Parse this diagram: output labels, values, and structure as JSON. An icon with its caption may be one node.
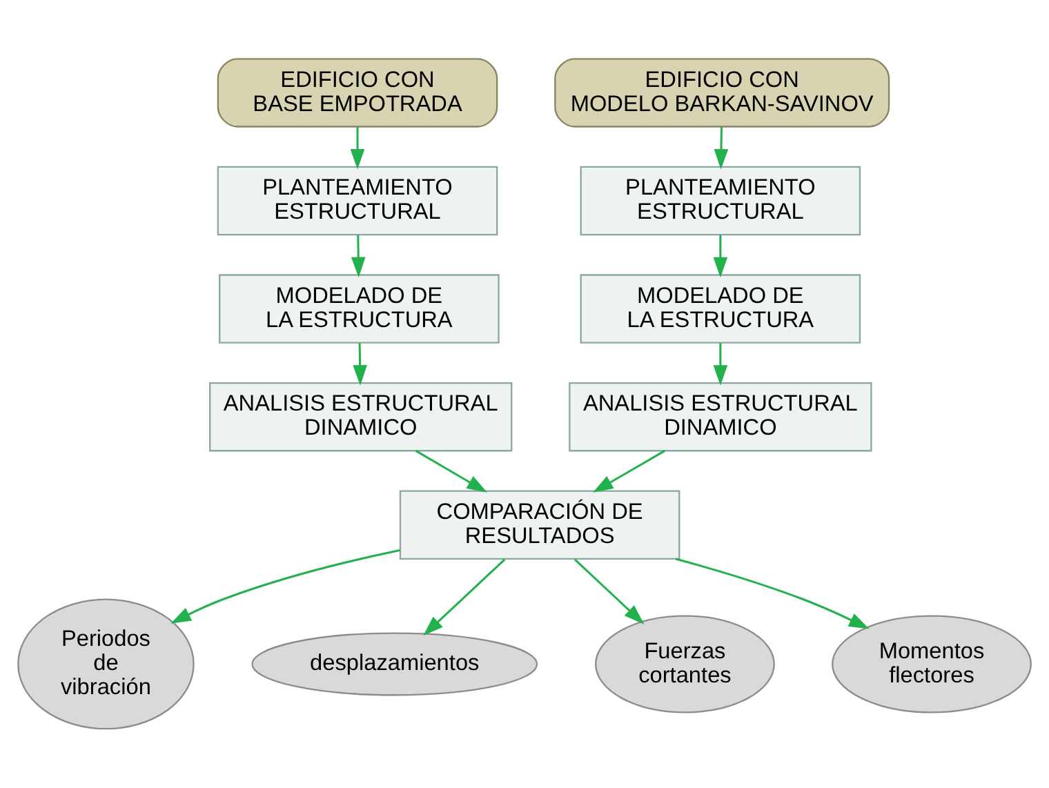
{
  "diagram": {
    "nodes": [
      {
        "text": [
          "EDIFICIO CON BASE EMPOTRADA"
        ]
      },
      {
        "text": [
          "EDIFICIO CON MODELO BARKAN-SAVINOV"
        ]
      },
      {
        "text": [
          "PLANTEAMIENTO ESTRUCTURAL"
        ]
      },
      {
        "text": [
          "MODELADO DE LA ESTRUCTURA"
        ]
      },
      {
        "text": [
          "ANALISIS ESTRUCTURAL DINAMICO"
        ]
      },
      {
        "text": [
          "PLANTEAMIENTO ESTRUCTURAL"
        ]
      },
      {
        "text": [
          "MODELADO DE LA ESTRUCTURA"
        ]
      },
      {
        "text": [
          "ANALISIS ESTRUCTURAL DINAMICO"
        ]
      },
      {
        "text": [
          "COMPARACIÓN DE RESULTADOS"
        ]
      },
      {
        "text": [
          "Periodos de vibración"
        ]
      },
      {
        "text": [
          "desplazamientos"
        ]
      },
      {
        "text": [
          "Fuerzas cortantes"
        ]
      },
      {
        "text": [
          "Momentos flectores"
        ]
      }
    ],
    "edges": [
      {
        "from": 0,
        "to": 2,
        "arrow": "to"
      },
      {
        "from": 2,
        "to": 3,
        "arrow": "to"
      },
      {
        "from": 3,
        "to": 4,
        "arrow": "to"
      },
      {
        "from": 1,
        "to": 5,
        "arrow": "to"
      },
      {
        "from": 5,
        "to": 6,
        "arrow": "to"
      },
      {
        "from": 6,
        "to": 7,
        "arrow": "to"
      },
      {
        "from": 4,
        "to": 8,
        "arrow": "to"
      },
      {
        "from": 7,
        "to": 8,
        "arrow": "to"
      },
      {
        "from": 8,
        "to": 9,
        "arrow": "to"
      },
      {
        "from": 8,
        "to": 10,
        "arrow": "to"
      },
      {
        "from": 8,
        "to": 11,
        "arrow": "to"
      },
      {
        "from": 8,
        "to": 12,
        "arrow": "to"
      }
    ]
  }
}
